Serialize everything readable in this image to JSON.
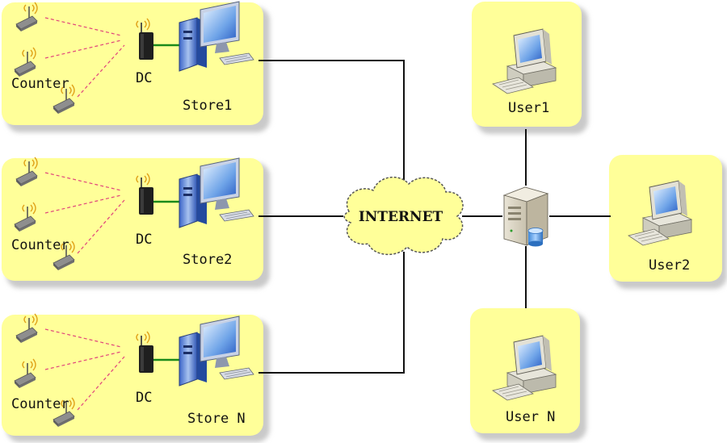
{
  "network_label": "INTERNET",
  "stores": [
    {
      "name": "Store1",
      "dc_label": "DC",
      "counter_label": "Counter"
    },
    {
      "name": "Store2",
      "dc_label": "DC",
      "counter_label": "Counter"
    },
    {
      "name": "Store N",
      "dc_label": "DC",
      "counter_label": "Counter"
    }
  ],
  "users": [
    {
      "name": "User1"
    },
    {
      "name": "User2"
    },
    {
      "name": "User N"
    }
  ],
  "colors": {
    "panel_fill": "#ffff99",
    "panel_shadow": "#c9c9c9",
    "cloud_fill": "#ffff99",
    "line": "#111111",
    "wireless_dash": "#e0447c",
    "dc_link": "#1a8a1a"
  }
}
